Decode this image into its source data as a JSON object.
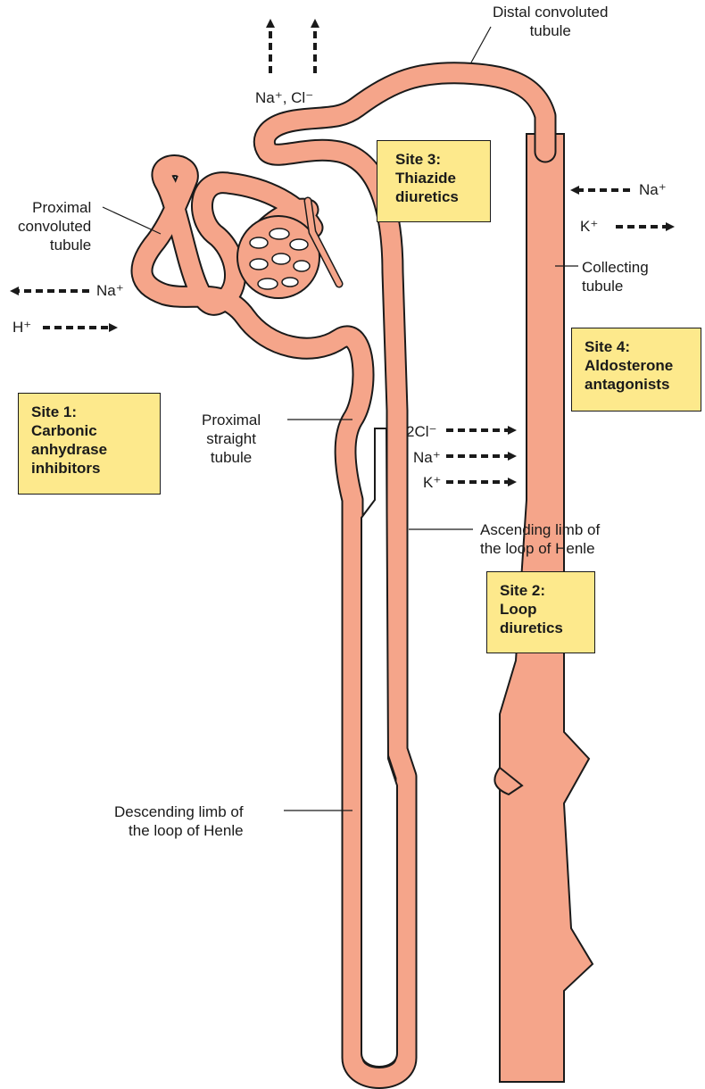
{
  "labels": {
    "distal": [
      "Distal convoluted",
      "tubule"
    ],
    "proximal_convoluted": [
      "Proximal",
      "convoluted",
      "tubule"
    ],
    "collecting": [
      "Collecting",
      "tubule"
    ],
    "proximal_straight": [
      "Proximal",
      "straight",
      "tubule"
    ],
    "ascending": [
      "Ascending limb of",
      "the loop of Henle"
    ],
    "descending": [
      "Descending limb of",
      "the loop of Henle"
    ]
  },
  "ions": {
    "top": "Na⁺, Cl⁻",
    "proximal_na": "Na⁺",
    "proximal_h": "H⁺",
    "loop_cl": "2Cl⁻",
    "loop_na": "Na⁺",
    "loop_k": "K⁺",
    "collecting_na": "Na⁺",
    "collecting_k": "K⁺"
  },
  "sites": {
    "site1": [
      "Site 1:",
      "Carbonic",
      "anhydrase",
      "inhibitors"
    ],
    "site2": [
      "Site 2:",
      "Loop",
      "diuretics"
    ],
    "site3": [
      "Site 3:",
      "Thiazide",
      "diuretics"
    ],
    "site4": [
      "Site 4:",
      "Aldosterone",
      "antagonists"
    ]
  },
  "colors": {
    "tubule": "#f5a58a",
    "outline": "#1a1a1a",
    "site_box": "#fde98c"
  }
}
